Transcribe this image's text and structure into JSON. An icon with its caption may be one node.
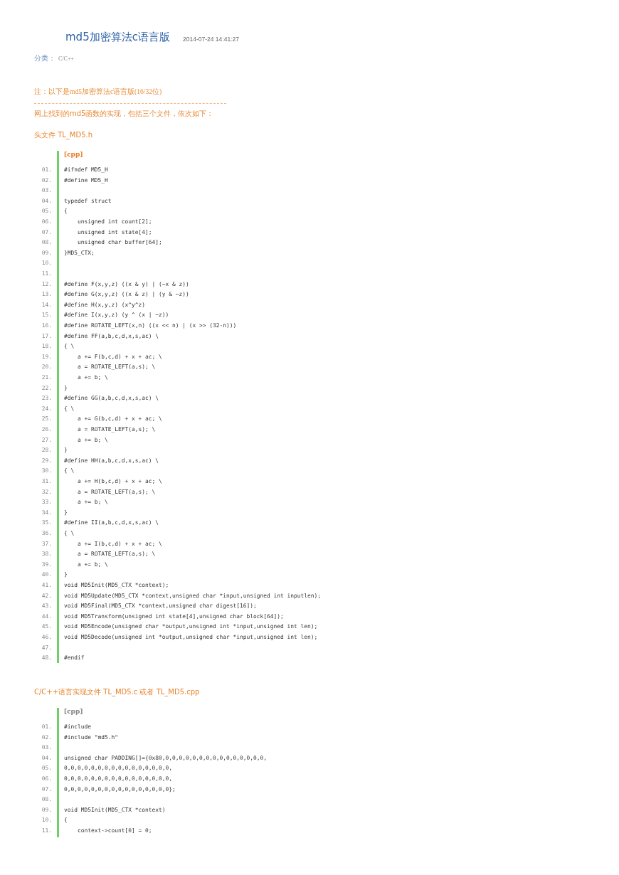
{
  "diagram": {
    "title": "md5加密算法c语言版",
    "labels": [
      "2014-07-24 14:41:27",
      "分类：",
      "C/C++",
      "注：以下是md5加密算法c语言版(16/32位)",
      "网上找到的md5函数的实现，包括三个文件，依次如下：",
      "头文件 TL_MD5.h",
      "[cpp]",
      "01.",
      "#ifndef MD5_H",
      "02.",
      "#define MD5_H",
      "03.",
      "04.",
      "typedef struct",
      "05.",
      "{",
      "06.",
      "    unsigned int count[2];",
      "07.",
      "    unsigned int state[4];",
      "08.",
      "    unsigned char buffer[64];",
      "09.",
      "}MD5_CTX;",
      "10.",
      "11.",
      "12.",
      "#define F(x,y,z) ((x & y) | (~x & z))",
      "13.",
      "#define G(x,y,z) ((x & z) | (y & ~z))",
      "14.",
      "#define H(x,y,z) (x^y^z)",
      "15.",
      "#define I(x,y,z) (y ^ (x | ~z))",
      "16.",
      "#define ROTATE_LEFT(x,n) ((x << n) | (x >> (32-n)))",
      "17.",
      "#define FF(a,b,c,d,x,s,ac) \\",
      "18.",
      "{ \\",
      "19.",
      "    a += F(b,c,d) + x + ac; \\",
      "20.",
      "    a = ROTATE_LEFT(a,s); \\",
      "21.",
      "    a += b; \\",
      "22.",
      "}",
      "23.",
      "#define GG(a,b,c,d,x,s,ac) \\",
      "24.",
      "{ \\",
      "25.",
      "    a += G(b,c,d) + x + ac; \\",
      "26.",
      "    a = ROTATE_LEFT(a,s); \\",
      "27.",
      "    a += b; \\",
      "28.",
      "}",
      "29.",
      "#define HH(a,b,c,d,x,s,ac) \\",
      "30.",
      "{ \\",
      "31.",
      "    a += H(b,c,d) + x + ac; \\",
      "32.",
      "    a = ROTATE_LEFT(a,s); \\",
      "33.",
      "    a += b; \\",
      "34.",
      "}",
      "35.",
      "#define II(a,b,c,d,x,s,ac) \\",
      "36.",
      "{ \\",
      "37.",
      "    a += I(b,c,d) + x + ac; \\",
      "38.",
      "    a = ROTATE_LEFT(a,s); \\",
      "39.",
      "    a += b; \\",
      "40.",
      "}",
      "41.",
      "void MD5Init(MD5_CTX *context);",
      "42.",
      "void MD5Update(MD5_CTX *context,unsigned char *input,unsigned int inputlen);",
      "43.",
      "void MD5Final(MD5_CTX *context,unsigned char digest[16]);",
      "44.",
      "void MD5Transform(unsigned int state[4],unsigned char block[64]);",
      "45.",
      "void MD5Encode(unsigned char *output,unsigned int *input,unsigned int len);",
      "46.",
      "void MD5Decode(unsigned int *output,unsigned char *input,unsigned int len);",
      "47.",
      "48.",
      "#endif",
      "C/C++语言实现文件 TL_MD5.c 或者 TL_MD5.cpp",
      "[cpp]",
      "01.",
      "#include",
      "02.",
      "#include \"md5.h\"",
      "03.",
      "04.",
      "unsigned char PADDING[]={0x80,0,0,0,0,0,0,0,0,0,0,0,0,0,0,0,",
      "05.",
      "0,0,0,0,0,0,0,0,0,0,0,0,0,0,0,0,",
      "06.",
      "0,0,0,0,0,0,0,0,0,0,0,0,0,0,0,0,",
      "07.",
      "0,0,0,0,0,0,0,0,0,0,0,0,0,0,0,0};",
      "08.",
      "09.",
      "void MD5Init(MD5_CTX *context)",
      "10.",
      "{",
      "11.",
      "    context->count[0] = 0;"
    ]
  }
}
